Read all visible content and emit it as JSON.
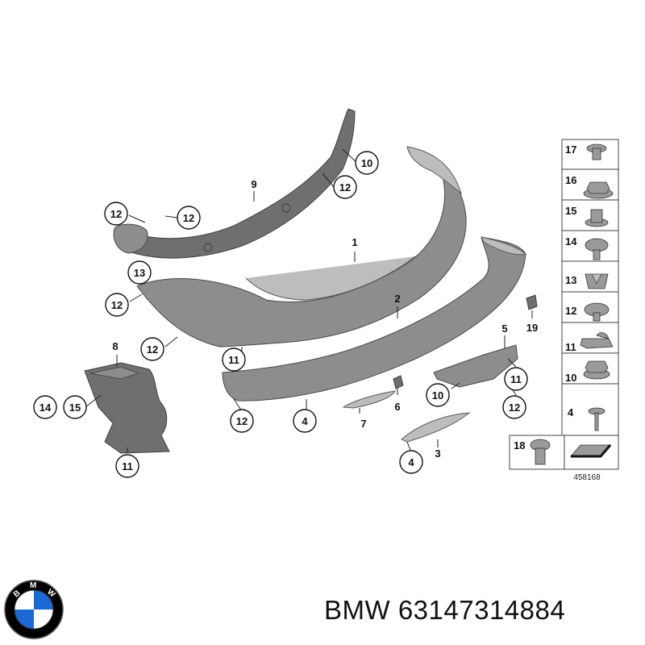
{
  "diagram": {
    "reference_number": "458168",
    "callouts": [
      "1",
      "2",
      "3",
      "4",
      "4",
      "5",
      "6",
      "7",
      "8",
      "9",
      "10",
      "10",
      "11",
      "11",
      "11",
      "11",
      "12",
      "12",
      "12",
      "12",
      "13",
      "14",
      "15",
      "16",
      "17",
      "18",
      "19"
    ],
    "hardware_panel": [
      {
        "label": "17",
        "icon": "bolt-icon"
      },
      {
        "label": "16",
        "icon": "hex-nut-icon"
      },
      {
        "label": "15",
        "icon": "rivet-nut-icon"
      },
      {
        "label": "14",
        "icon": "expanding-rivet-icon"
      },
      {
        "label": "13",
        "icon": "clip-nut-icon"
      },
      {
        "label": "12",
        "icon": "flat-head-rivet-icon"
      },
      {
        "label": "11",
        "icon": "spring-clip-icon"
      },
      {
        "label": "10",
        "icon": "flange-nut-icon"
      },
      {
        "label": "4",
        "icon": "screw-icon"
      },
      {
        "label": "18",
        "icon": "push-clip-icon"
      }
    ]
  },
  "footer": {
    "brand": "BMW",
    "part_number": "63147314884",
    "caption": "BMW 63147314884",
    "logo": "bmw-roundel-icon",
    "logo_letters": "BMW",
    "colors": {
      "logo_blue": "#1c69d4",
      "logo_ring": "#000000"
    }
  }
}
